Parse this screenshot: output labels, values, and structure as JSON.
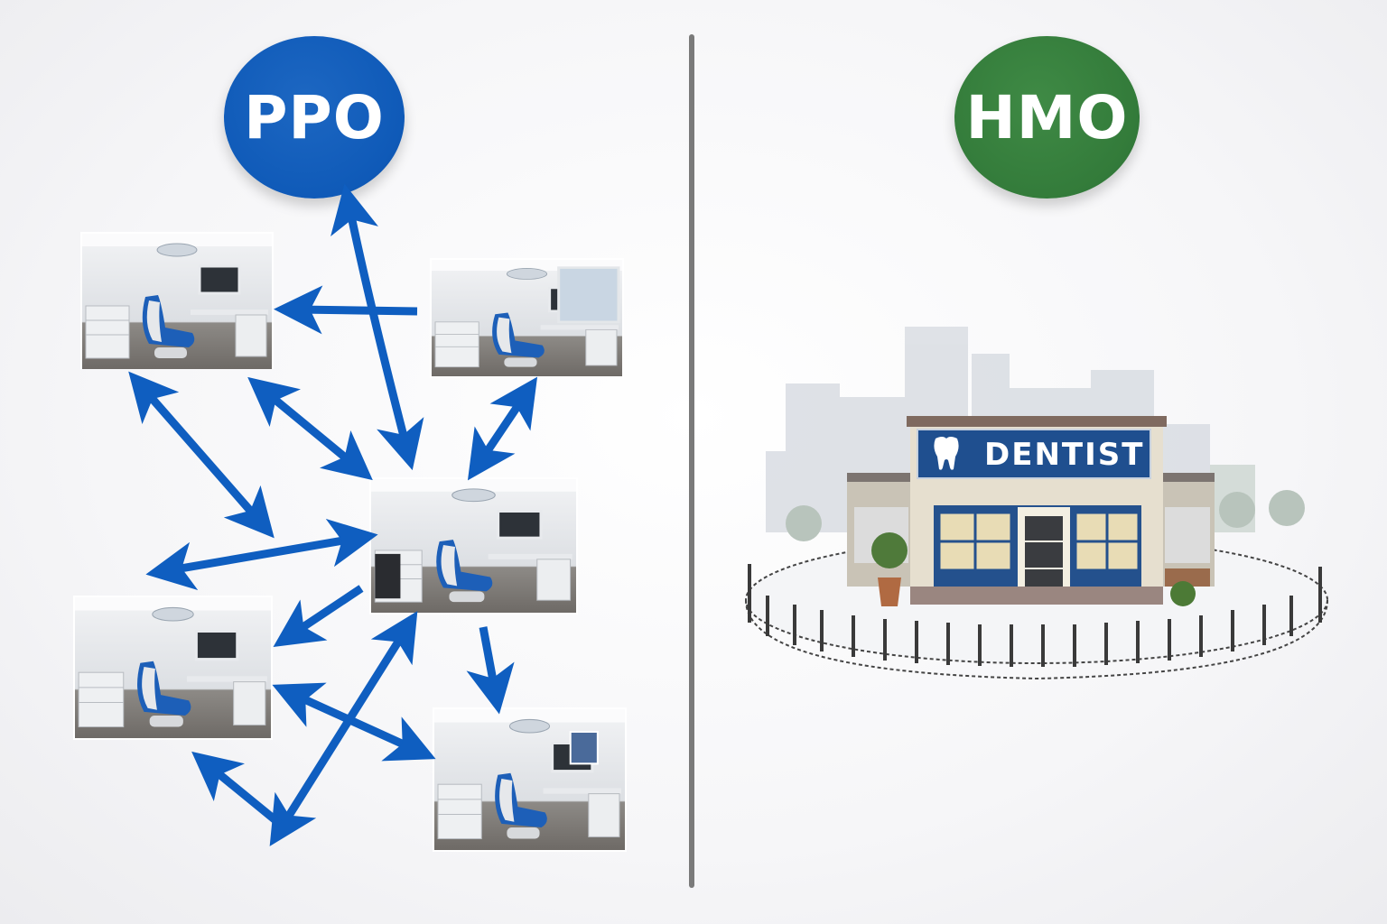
{
  "left_panel": {
    "badge_label": "PPO",
    "badge_color": "#0f5ab8",
    "arrow_color": "#0f5ec0",
    "offices": [
      {
        "id": "office-1",
        "description": "dental operatory with blue chair and wall monitor"
      },
      {
        "id": "office-2",
        "description": "dental operatory with window and blue chair"
      },
      {
        "id": "office-3",
        "description": "central dental operatory with blue chair and cabinets"
      },
      {
        "id": "office-4",
        "description": "dental operatory with blue chair and monitor"
      },
      {
        "id": "office-5",
        "description": "dental operatory with blue chair and artwork"
      }
    ]
  },
  "right_panel": {
    "badge_label": "HMO",
    "badge_color": "#337b3a",
    "building": {
      "sign_text": "DENTIST",
      "sign_icon": "tooth-icon",
      "sign_color": "#1f4f8f"
    },
    "boundary": "fence-enclosure"
  },
  "divider_color": "#7a7a7a"
}
